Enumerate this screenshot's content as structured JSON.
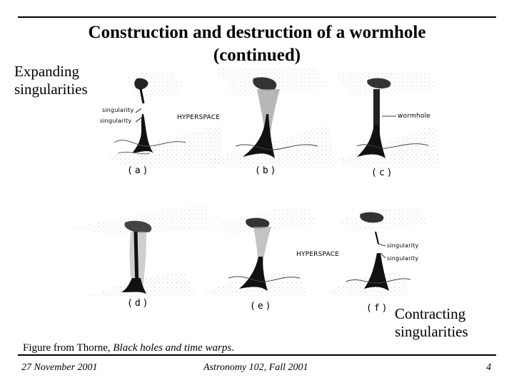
{
  "slide": {
    "title_line1": "Construction and destruction of a wormhole",
    "title_line2": "(continued)",
    "left_label_line1": "Expanding",
    "left_label_line2": "singularities",
    "right_label_line1": "Contracting",
    "right_label_line2": "singularities",
    "caption_prefix": "Figure from Thorne, ",
    "caption_book": "Black holes and time warps",
    "caption_suffix": "."
  },
  "figure": {
    "panels": [
      "(a)",
      "(b)",
      "(c)",
      "(d)",
      "(e)",
      "(f)"
    ],
    "annotations": {
      "singularity_top_a": "singularity",
      "singularity_bottom_a": "singularity",
      "hyperspace_top": "HYPERSPACE",
      "wormhole": "wormhole",
      "hyperspace_bottom": "HYPERSPACE",
      "singularity_top_f": "singularity",
      "singularity_bottom_f": "singularity"
    }
  },
  "footer": {
    "date": "27 November 2001",
    "course": "Astronomy 102, Fall 2001",
    "page": "4"
  }
}
